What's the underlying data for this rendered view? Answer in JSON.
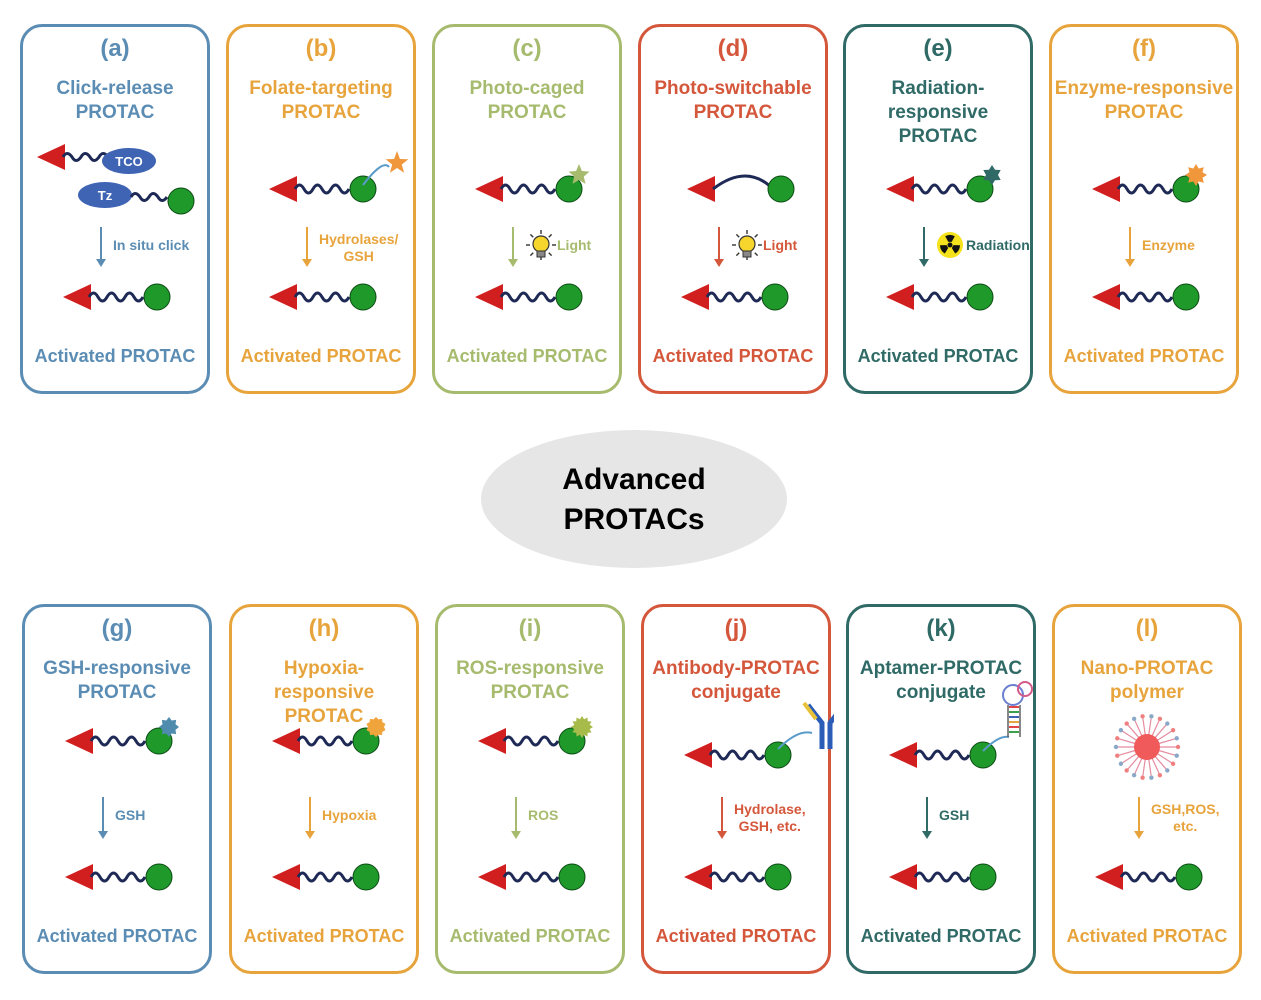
{
  "center": {
    "title": "Advanced\nPROTACs"
  },
  "activated_label": "Activated PROTAC",
  "colors": {
    "warhead": "#d11f1f",
    "ligand": "#1f9a2a",
    "linker": "#1e2a55"
  },
  "cards": [
    {
      "letter": "(a)",
      "title": "Click-release\nPROTAC",
      "trigger": "In situ click",
      "color": "#5b8db4",
      "icon": "click-release-icon",
      "tags": [
        "TCO",
        "Tz"
      ]
    },
    {
      "letter": "(b)",
      "title": "Folate-targeting\nPROTAC",
      "trigger": "Hydrolases/\nGSH",
      "color": "#e8a43c",
      "icon": "folate-star-icon"
    },
    {
      "letter": "(c)",
      "title": "Photo-caged\nPROTAC",
      "trigger": "Light",
      "color": "#a6bb6e",
      "icon": "light-bulb-icon"
    },
    {
      "letter": "(d)",
      "title": "Photo-switchable\nPROTAC",
      "trigger": "Light",
      "color": "#d4573b",
      "icon": "light-bulb-icon"
    },
    {
      "letter": "(e)",
      "title": "Radiation-responsive\nPROTAC",
      "trigger": "Radiation",
      "color": "#2f6a66",
      "icon": "radiation-icon"
    },
    {
      "letter": "(f)",
      "title": "Enzyme-responsive\nPROTAC",
      "trigger": "Enzyme",
      "color": "#e8a43c",
      "icon": "enzyme-star-icon"
    },
    {
      "letter": "(g)",
      "title": "GSH-responsive\nPROTAC",
      "trigger": "GSH",
      "color": "#5b8db4",
      "icon": "gsh-cage-icon"
    },
    {
      "letter": "(h)",
      "title": "Hypoxia-responsive\nPROTAC",
      "trigger": "Hypoxia",
      "color": "#e8a43c",
      "icon": "hypoxia-cage-icon"
    },
    {
      "letter": "(i)",
      "title": "ROS-responsive\nPROTAC",
      "trigger": "ROS",
      "color": "#a6bb6e",
      "icon": "ros-cage-icon"
    },
    {
      "letter": "(j)",
      "title": "Antibody-PROTAC\nconjugate",
      "trigger": "Hydrolase,\nGSH, etc.",
      "color": "#d4573b",
      "icon": "antibody-icon"
    },
    {
      "letter": "(k)",
      "title": "Aptamer-PROTAC\nconjugate",
      "trigger": "GSH",
      "color": "#2f6a66",
      "icon": "aptamer-icon"
    },
    {
      "letter": "(l)",
      "title": "Nano-PROTAC\npolymer",
      "trigger": "GSH,ROS,\netc.",
      "color": "#e8a43c",
      "icon": "nanoparticle-icon"
    }
  ]
}
